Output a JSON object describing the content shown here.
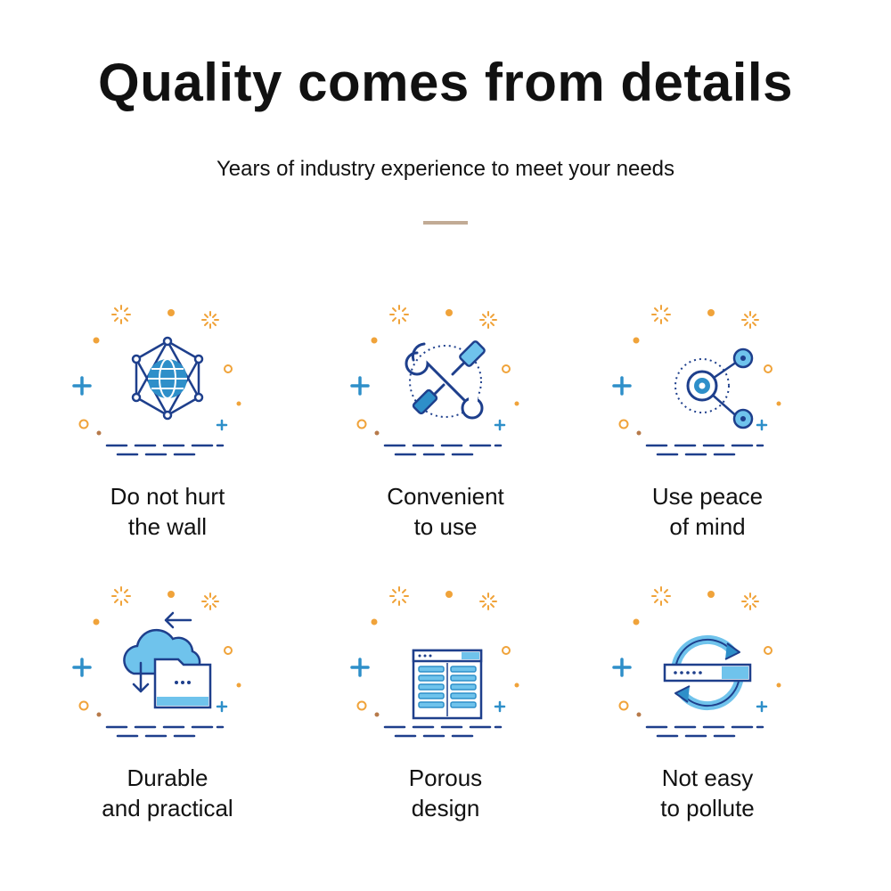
{
  "header": {
    "title": "Quality comes from details",
    "subtitle": "Years of industry experience to meet your needs"
  },
  "colors": {
    "accent_blue": "#2e8fc9",
    "light_blue": "#6fc3ec",
    "navy": "#1e3f8c",
    "orange": "#f0a33a",
    "divider": "#c2ab95"
  },
  "features": [
    {
      "line1": "Do not hurt",
      "line2": "the wall",
      "icon": "globe-network-icon"
    },
    {
      "line1": "Convenient",
      "line2": "to use",
      "icon": "tools-icon"
    },
    {
      "line1": "Use peace",
      "line2": "of mind",
      "icon": "share-target-icon"
    },
    {
      "line1": "Durable",
      "line2": "and practical",
      "icon": "cloud-folder-icon"
    },
    {
      "line1": "Porous",
      "line2": "design",
      "icon": "grid-panel-icon"
    },
    {
      "line1": "Not easy",
      "line2": "to pollute",
      "icon": "recycle-icon"
    }
  ]
}
